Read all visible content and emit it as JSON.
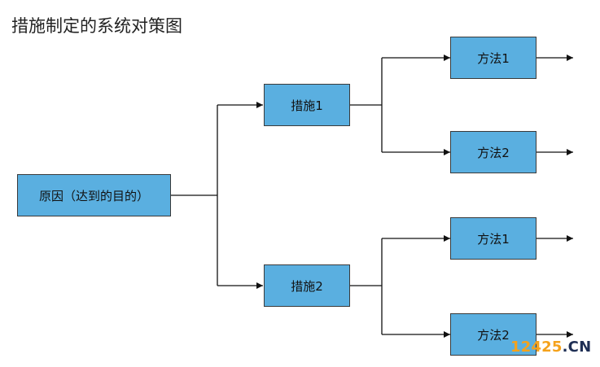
{
  "title": "措施制定的系统对策图",
  "diagram": {
    "root": {
      "label": "原因（达到的目的）"
    },
    "measures": [
      {
        "label": "措施1",
        "methods": [
          {
            "label": "方法1"
          },
          {
            "label": "方法2"
          }
        ]
      },
      {
        "label": "措施2",
        "methods": [
          {
            "label": "方法1"
          },
          {
            "label": "方法2"
          }
        ]
      }
    ]
  },
  "colors": {
    "box_fill": "#5aafe0",
    "box_border": "#3a3a3a",
    "line": "#111111",
    "watermark_number": "#f5a21b",
    "watermark_domain": "#1f2f55"
  },
  "watermark": {
    "number": "12425",
    "domain": ".CN"
  }
}
